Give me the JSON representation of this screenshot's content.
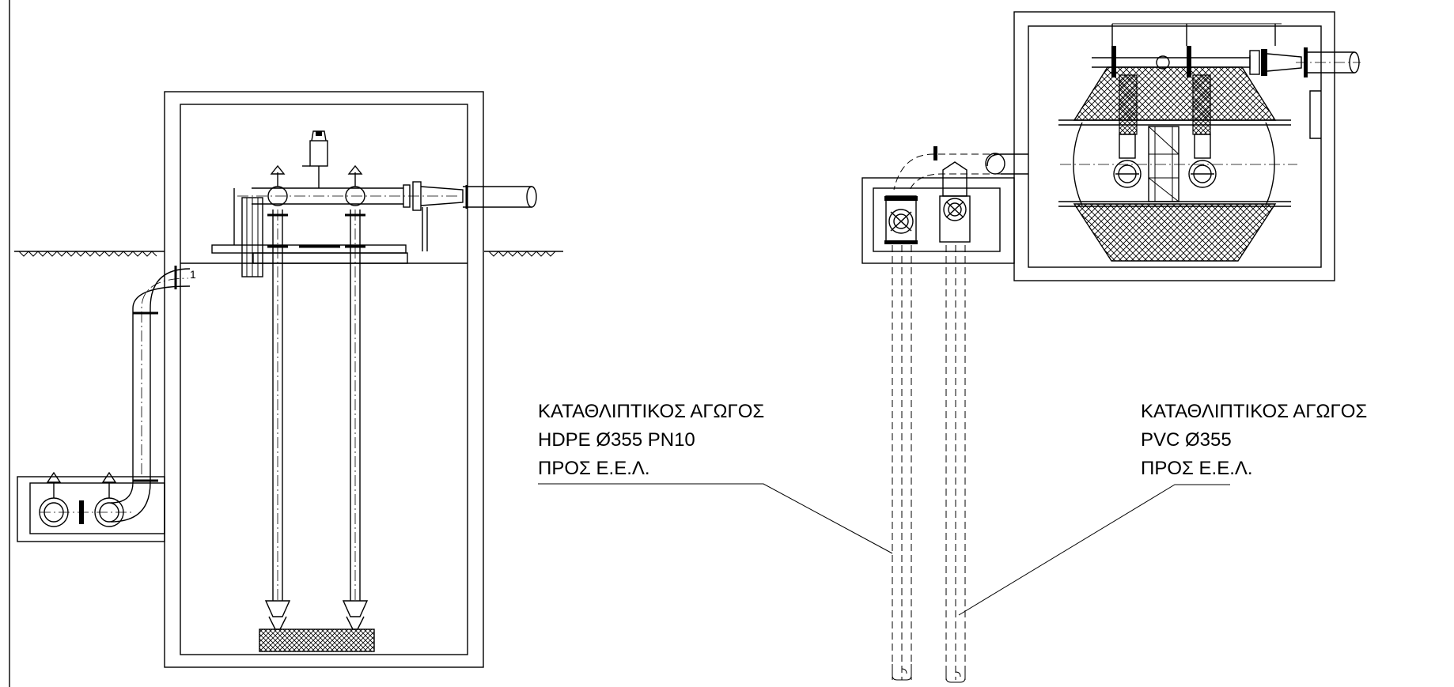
{
  "annotations": {
    "left_label": {
      "line1": "ΚΑΤΑΘΛΙΠΤΙΚΟΣ ΑΓΩΓΟΣ",
      "line2": "HDPE Ø355 PN10",
      "line3": "ΠΡΟΣ Ε.Ε.Λ."
    },
    "right_label": {
      "line1": "ΚΑΤΑΘΛΙΠΤΙΚΟΣ ΑΓΩΓΟΣ",
      "line2": "PVC Ø355",
      "line3": "ΠΡΟΣ Ε.Ε.Λ."
    },
    "elbow_mark": "1"
  }
}
